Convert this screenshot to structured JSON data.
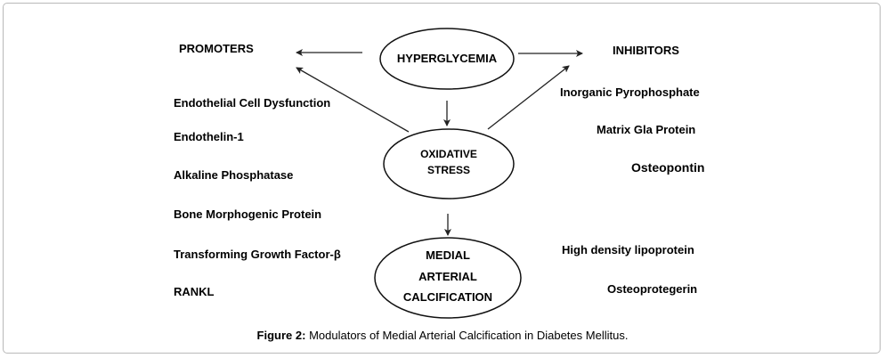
{
  "nodes": {
    "hyperglycemia": "HYPERGLYCEMIA",
    "oxidative_stress_line1": "OXIDATIVE",
    "oxidative_stress_line2": "STRESS",
    "calcification_line1": "MEDIAL",
    "calcification_line2": "ARTERIAL",
    "calcification_line3": "CALCIFICATION"
  },
  "promoters": {
    "heading": "PROMOTERS",
    "items": [
      "Endothelial Cell Dysfunction",
      "Endothelin-1",
      "Alkaline Phosphatase",
      "Bone Morphogenic Protein",
      "Transforming Growth Factor-β",
      "RANKL"
    ]
  },
  "inhibitors": {
    "heading": "INHIBITORS",
    "items": [
      "Inorganic Pyrophosphate",
      "Matrix Gla Protein",
      "Osteopontin",
      "High density lipoprotein",
      "Osteoprotegerin"
    ]
  },
  "caption": {
    "label": "Figure 2:",
    "text": " Modulators of Medial Arterial Calcification in Diabetes Mellitus."
  }
}
